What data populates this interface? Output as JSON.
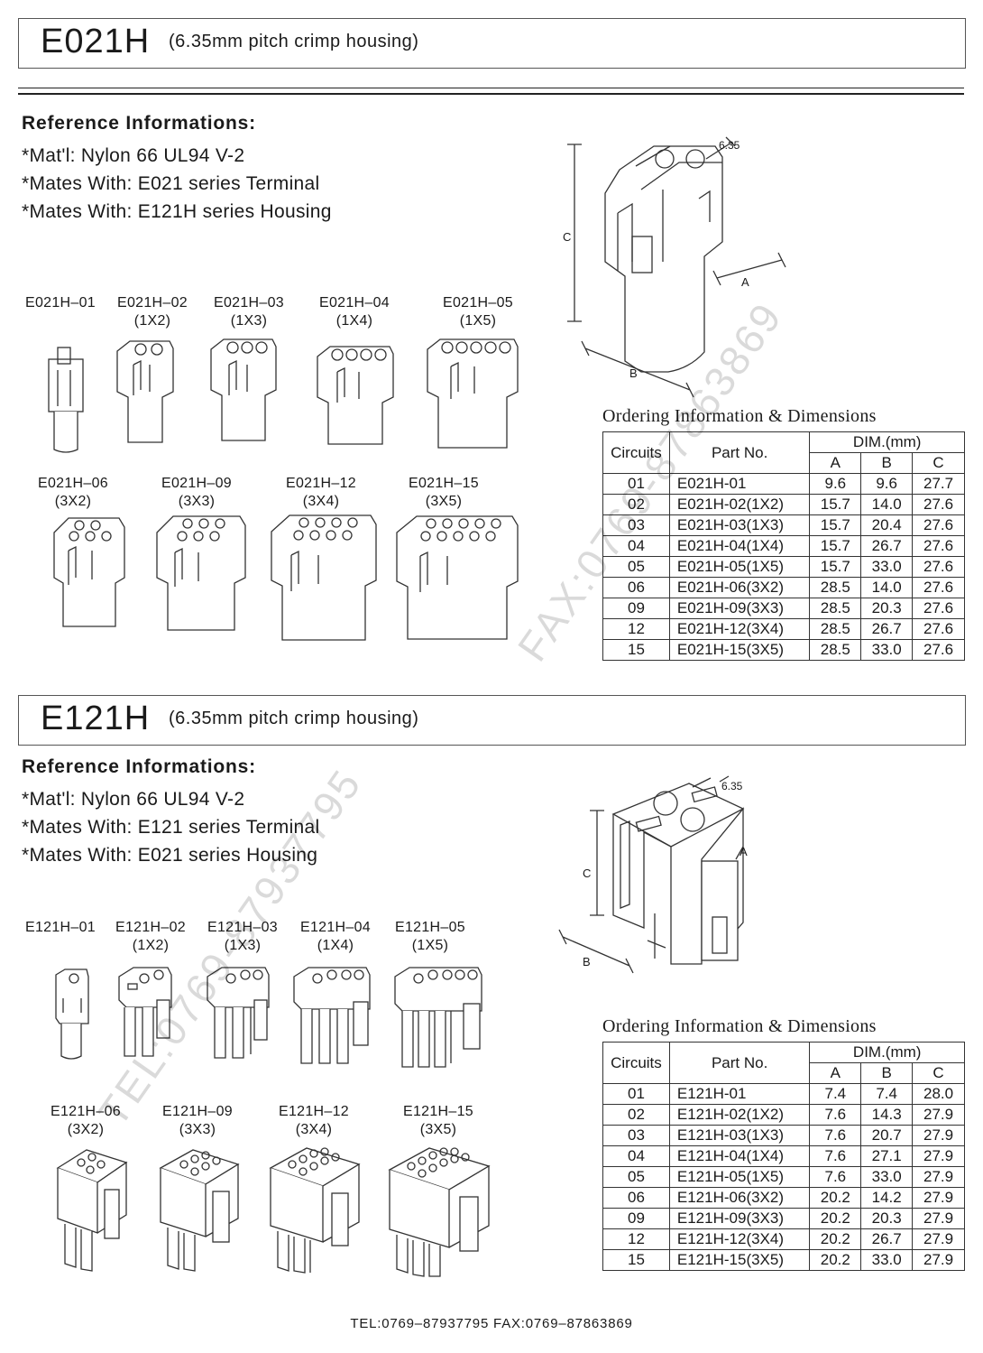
{
  "watermarks": {
    "tel": "TEL:0769-87937795",
    "fax": "FAX:0769-87863869"
  },
  "footer": "TEL:0769–87937795   FAX:0769–87863869",
  "sections": [
    {
      "code": "E021H",
      "subtitle": "(6.35mm pitch crimp housing)",
      "ref_heading": "Reference Informations:",
      "ref_lines": [
        "*Mat'l: Nylon 66 UL94 V-2",
        "*Mates With: E021 series Terminal",
        "*Mates With: E121H series Housing"
      ],
      "products": [
        {
          "name": "E021H–01",
          "config": ""
        },
        {
          "name": "E021H–02",
          "config": "(1X2)"
        },
        {
          "name": "E021H–03",
          "config": "(1X3)"
        },
        {
          "name": "E021H–04",
          "config": "(1X4)"
        },
        {
          "name": "E021H–05",
          "config": "(1X5)"
        },
        {
          "name": "E021H–06",
          "config": "(3X2)"
        },
        {
          "name": "E021H–09",
          "config": "(3X3)"
        },
        {
          "name": "E021H–12",
          "config": "(3X4)"
        },
        {
          "name": "E021H–15",
          "config": "(3X5)"
        }
      ],
      "dims": {
        "pitch": "6.35",
        "a": "A",
        "b": "B",
        "c": "C"
      },
      "ordering_title": "Ordering Information & Dimensions",
      "table": {
        "headers": {
          "circuits": "Circuits",
          "part": "Part No.",
          "dim": "DIM.(mm)",
          "a": "A",
          "b": "B",
          "c": "C"
        },
        "rows": [
          [
            "01",
            "E021H-01",
            "9.6",
            "9.6",
            "27.7"
          ],
          [
            "02",
            "E021H-02(1X2)",
            "15.7",
            "14.0",
            "27.6"
          ],
          [
            "03",
            "E021H-03(1X3)",
            "15.7",
            "20.4",
            "27.6"
          ],
          [
            "04",
            "E021H-04(1X4)",
            "15.7",
            "26.7",
            "27.6"
          ],
          [
            "05",
            "E021H-05(1X5)",
            "15.7",
            "33.0",
            "27.6"
          ],
          [
            "06",
            "E021H-06(3X2)",
            "28.5",
            "14.0",
            "27.6"
          ],
          [
            "09",
            "E021H-09(3X3)",
            "28.5",
            "20.3",
            "27.6"
          ],
          [
            "12",
            "E021H-12(3X4)",
            "28.5",
            "26.7",
            "27.6"
          ],
          [
            "15",
            "E021H-15(3X5)",
            "28.5",
            "33.0",
            "27.6"
          ]
        ]
      }
    },
    {
      "code": "E121H",
      "subtitle": "(6.35mm pitch crimp housing)",
      "ref_heading": "Reference Informations:",
      "ref_lines": [
        "*Mat'l: Nylon 66 UL94 V-2",
        "*Mates With: E121 series Terminal",
        "*Mates With: E021 series Housing"
      ],
      "products": [
        {
          "name": "E121H–01",
          "config": ""
        },
        {
          "name": "E121H–02",
          "config": "(1X2)"
        },
        {
          "name": "E121H–03",
          "config": "(1X3)"
        },
        {
          "name": "E121H–04",
          "config": "(1X4)"
        },
        {
          "name": "E121H–05",
          "config": "(1X5)"
        },
        {
          "name": "E121H–06",
          "config": "(3X2)"
        },
        {
          "name": "E121H–09",
          "config": "(3X3)"
        },
        {
          "name": "E121H–12",
          "config": "(3X4)"
        },
        {
          "name": "E121H–15",
          "config": "(3X5)"
        }
      ],
      "dims": {
        "pitch": "6.35",
        "a": "A",
        "b": "B",
        "c": "C"
      },
      "ordering_title": "Ordering Information & Dimensions",
      "table": {
        "headers": {
          "circuits": "Circuits",
          "part": "Part No.",
          "dim": "DIM.(mm)",
          "a": "A",
          "b": "B",
          "c": "C"
        },
        "rows": [
          [
            "01",
            "E121H-01",
            "7.4",
            "7.4",
            "28.0"
          ],
          [
            "02",
            "E121H-02(1X2)",
            "7.6",
            "14.3",
            "27.9"
          ],
          [
            "03",
            "E121H-03(1X3)",
            "7.6",
            "20.7",
            "27.9"
          ],
          [
            "04",
            "E121H-04(1X4)",
            "7.6",
            "27.1",
            "27.9"
          ],
          [
            "05",
            "E121H-05(1X5)",
            "7.6",
            "33.0",
            "27.9"
          ],
          [
            "06",
            "E121H-06(3X2)",
            "20.2",
            "14.2",
            "27.9"
          ],
          [
            "09",
            "E121H-09(3X3)",
            "20.2",
            "20.3",
            "27.9"
          ],
          [
            "12",
            "E121H-12(3X4)",
            "20.2",
            "26.7",
            "27.9"
          ],
          [
            "15",
            "E121H-15(3X5)",
            "20.2",
            "33.0",
            "27.9"
          ]
        ]
      }
    }
  ]
}
